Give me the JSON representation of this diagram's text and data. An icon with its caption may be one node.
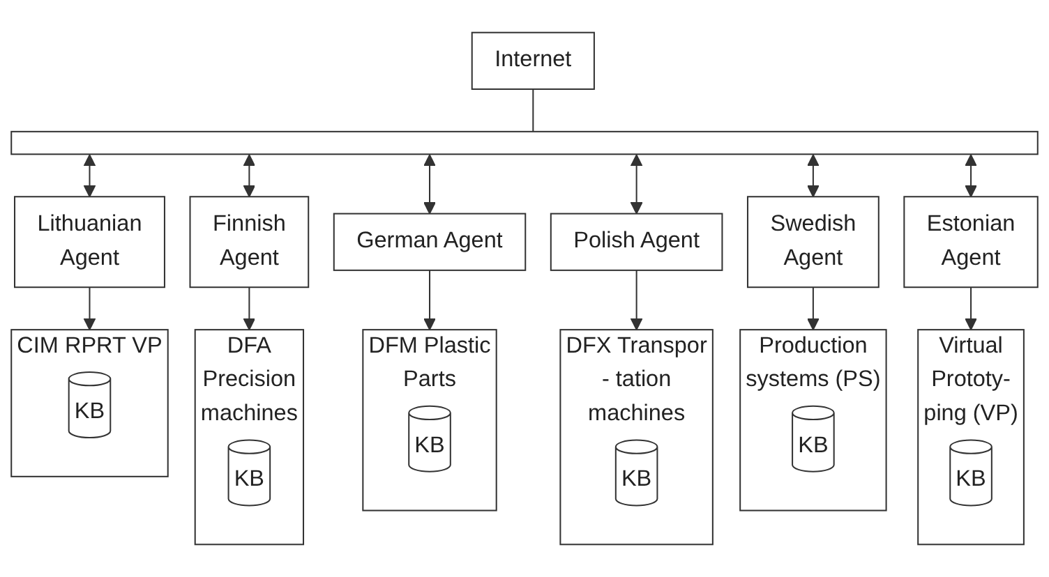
{
  "diagram": {
    "nodes": [
      {
        "text": [
          "Internet"
        ]
      },
      {
        "text": [],
        "shape": "bar"
      },
      {
        "text": [
          "Lithuanian Agent"
        ]
      },
      {
        "text": [
          "Finnish Agent"
        ]
      },
      {
        "text": [
          "German Agent"
        ]
      },
      {
        "text": [
          "Polish Agent"
        ]
      },
      {
        "text": [
          "Swedish Agent"
        ]
      },
      {
        "text": [
          "Estonian Agent"
        ]
      },
      {
        "text": [
          "CIM RPRT VP"
        ]
      },
      {
        "text": [
          "KB"
        ],
        "in": 8
      },
      {
        "text": [
          "DFA Precision machines"
        ]
      },
      {
        "text": [
          "KB"
        ],
        "in": 10
      },
      {
        "text": [
          "DFM Plastic Parts"
        ]
      },
      {
        "text": [
          "KB"
        ],
        "in": 12
      },
      {
        "text": [
          "DFX Transpor - tation machines"
        ]
      },
      {
        "text": [
          "KB"
        ],
        "in": 14
      },
      {
        "text": [
          "Production systems (PS)"
        ]
      },
      {
        "text": [
          "KB"
        ],
        "in": 16
      },
      {
        "text": [
          "Virtual Prototy- ping (VP)"
        ]
      },
      {
        "text": [
          "KB"
        ],
        "in": 18
      }
    ],
    "edges": [
      {
        "from": 0,
        "to": 1,
        "arrow": "none"
      },
      {
        "from": 1,
        "to": 2,
        "arrow": "both"
      },
      {
        "from": 1,
        "to": 3,
        "arrow": "both"
      },
      {
        "from": 1,
        "to": 4,
        "arrow": "both"
      },
      {
        "from": 1,
        "to": 5,
        "arrow": "both"
      },
      {
        "from": 1,
        "to": 6,
        "arrow": "both"
      },
      {
        "from": 1,
        "to": 7,
        "arrow": "both"
      },
      {
        "from": 2,
        "to": 8,
        "arrow": "to"
      },
      {
        "from": 3,
        "to": 10,
        "arrow": "to"
      },
      {
        "from": 4,
        "to": 12,
        "arrow": "to"
      },
      {
        "from": 5,
        "to": 14,
        "arrow": "to"
      },
      {
        "from": 6,
        "to": 16,
        "arrow": "to"
      },
      {
        "from": 7,
        "to": 18,
        "arrow": "to"
      }
    ]
  }
}
